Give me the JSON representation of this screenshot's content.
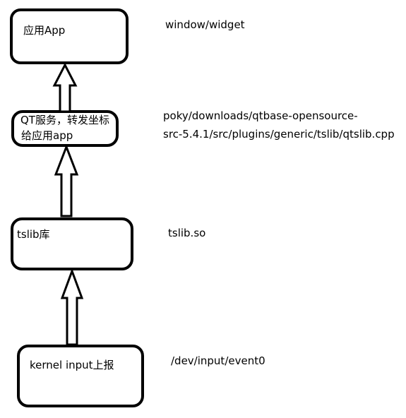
{
  "diagram": {
    "boxes": [
      {
        "id": "app",
        "lines": [
          "应用App"
        ]
      },
      {
        "id": "qt",
        "lines": [
          "QT服务，转发坐标",
          "给应用app"
        ]
      },
      {
        "id": "tslib",
        "lines": [
          "tslib库"
        ]
      },
      {
        "id": "kernel",
        "lines": [
          "kernel input上报"
        ]
      }
    ],
    "notes": [
      {
        "id": "app",
        "lines": [
          "window/widget"
        ]
      },
      {
        "id": "qt",
        "lines": [
          "poky/downloads/qtbase-opensource-",
          "src-5.4.1/src/plugins/generic/tslib/qtslib.cpp"
        ]
      },
      {
        "id": "tslib",
        "lines": [
          "tslib.so"
        ]
      },
      {
        "id": "kernel",
        "lines": [
          "/dev/input/event0"
        ]
      }
    ],
    "arrows": [
      {
        "from": "qt",
        "to": "app"
      },
      {
        "from": "tslib",
        "to": "qt"
      },
      {
        "from": "kernel",
        "to": "tslib"
      }
    ],
    "colors": {
      "stroke": "#000000",
      "background": "#ffffff"
    }
  }
}
